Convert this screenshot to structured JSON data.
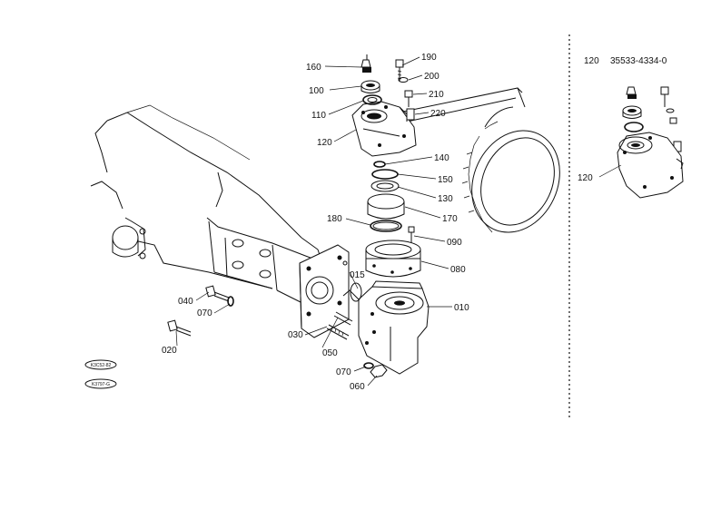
{
  "labels": {
    "p160": "160",
    "p190": "190",
    "p200": "200",
    "p100": "100",
    "p210": "210",
    "p110": "110",
    "p220": "220",
    "p120": "120",
    "p140": "140",
    "p150": "150",
    "p130": "130",
    "p180": "180",
    "p170": "170",
    "p090": "090",
    "p080": "080",
    "p015": "015",
    "p010": "010",
    "p040": "040",
    "p070a": "070",
    "p030": "030",
    "p050": "050",
    "p020": "020",
    "p070b": "070",
    "p060": "060",
    "inset_ref": "120",
    "inset_120": "120"
  },
  "inset_part_number": "35533-4334-0",
  "stamps": {
    "top": "K3C52-82",
    "bottom": "K3797-G"
  }
}
